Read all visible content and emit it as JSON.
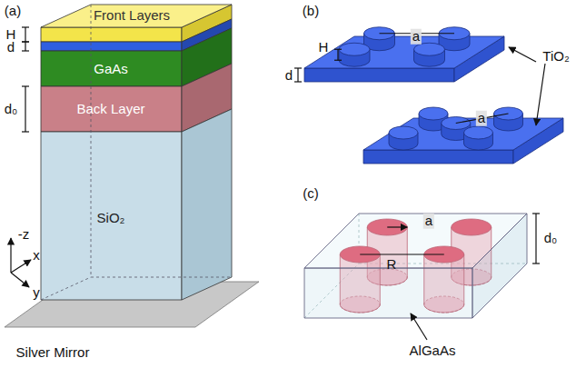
{
  "diagram": {
    "nodes": [
      {
        "text": [
          "Front Layers"
        ]
      },
      {
        "text": [
          "GaAs"
        ]
      },
      {
        "text": [
          "Back Layer"
        ]
      },
      {
        "text": [
          "SiO₂"
        ]
      }
    ],
    "labels": [
      "(a)",
      "H",
      "d",
      "d₀",
      "-z",
      "x",
      "y",
      "Silver Mirror",
      "(b)",
      "H",
      "a",
      "d",
      "a",
      "TiO₂",
      "(c)",
      "a",
      "R",
      "d₀",
      "AlGaAs"
    ]
  }
}
